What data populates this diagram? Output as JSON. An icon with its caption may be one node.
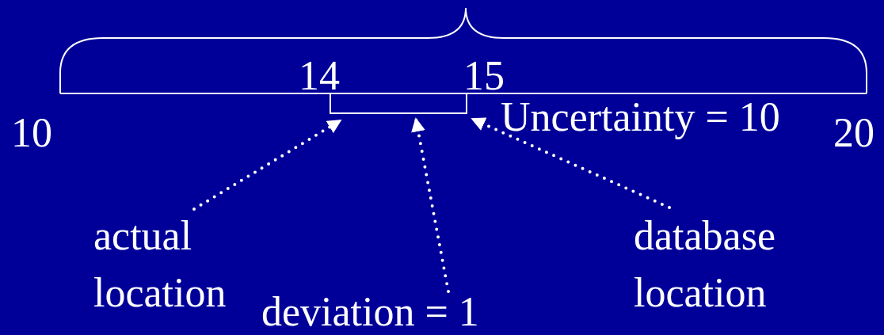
{
  "diagram": {
    "nodes": [
      {
        "text": [
          "actual location"
        ]
      },
      {
        "text": [
          "deviation = 1"
        ]
      },
      {
        "text": [
          "database location"
        ]
      },
      {
        "text": [],
        "shape": "bracket"
      }
    ],
    "edges": [
      {
        "from": 0,
        "to": 3,
        "arrow": "to",
        "style": "dashed"
      },
      {
        "from": 1,
        "to": 3,
        "arrow": "to",
        "style": "dashed"
      },
      {
        "from": 2,
        "to": 3,
        "arrow": "to",
        "style": "dashed"
      }
    ],
    "labels": [
      "14",
      "15",
      "10",
      "Uncertainty = 10",
      "20"
    ]
  }
}
